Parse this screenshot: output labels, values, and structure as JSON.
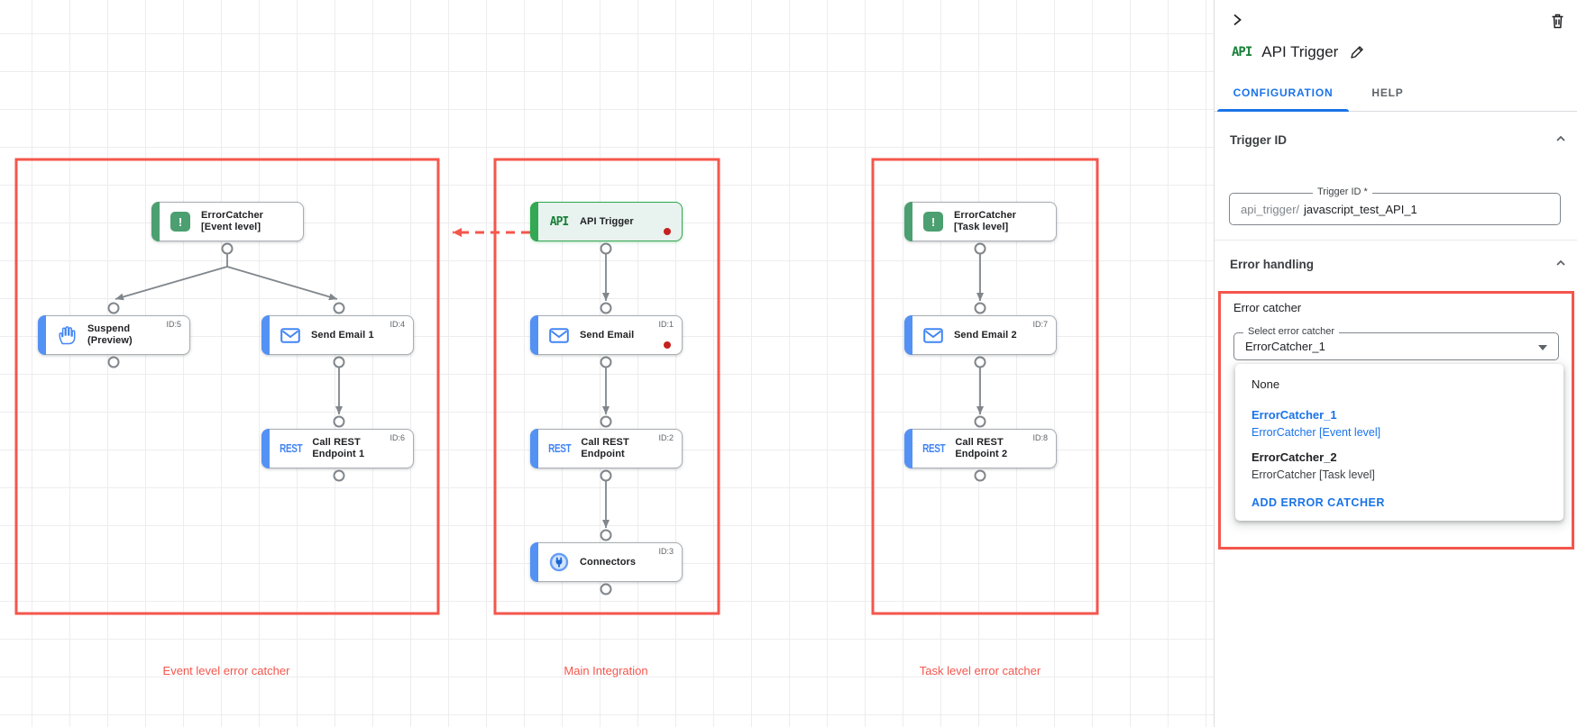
{
  "canvas": {
    "groups": [
      {
        "label": "Event level error catcher"
      },
      {
        "label": "Main Integration"
      },
      {
        "label": "Task level error catcher"
      }
    ],
    "nodes": [
      {
        "label": "ErrorCatcher [Event level]"
      },
      {
        "label": "Suspend (Preview)",
        "id": "ID:5"
      },
      {
        "label": "Send Email 1",
        "id": "ID:4"
      },
      {
        "label": "Call REST Endpoint 1",
        "id": "ID:6"
      },
      {
        "label": "API Trigger"
      },
      {
        "label": "Send Email",
        "id": "ID:1"
      },
      {
        "label": "Call REST Endpoint",
        "id": "ID:2"
      },
      {
        "label": "Connectors",
        "id": "ID:3"
      },
      {
        "label": "ErrorCatcher [Task level]"
      },
      {
        "label": "Send Email 2",
        "id": "ID:7"
      },
      {
        "label": "Call REST Endpoint 2",
        "id": "ID:8"
      }
    ],
    "icons": {
      "api": "API",
      "rest": "REST",
      "error": "!"
    }
  },
  "panel": {
    "logo": "API",
    "title": "API Trigger",
    "tabs": {
      "configuration": "CONFIGURATION",
      "help": "HELP"
    },
    "trigger_id": {
      "section": "Trigger ID",
      "field_label": "Trigger ID *",
      "prefix": "api_trigger/",
      "value": "javascript_test_API_1"
    },
    "error_handling": {
      "section": "Error handling",
      "group_label": "Error catcher",
      "select_label": "Select error catcher",
      "selected": "ErrorCatcher_1",
      "options": {
        "none": "None",
        "ec1": "ErrorCatcher_1",
        "ec1_sub": "ErrorCatcher [Event level]",
        "ec2": "ErrorCatcher_2",
        "ec2_sub": "ErrorCatcher [Task level]",
        "add": "ADD ERROR CATCHER"
      }
    }
  },
  "colors": {
    "annotation_red": "#F4564C",
    "status_dot_red": "#C5221F",
    "accent_blue": "#1A73E8",
    "task_blue": "#4285F4",
    "trigger_green": "#34A853",
    "catcher_green": "#4C9F70",
    "connector_gray": "#80868B"
  }
}
